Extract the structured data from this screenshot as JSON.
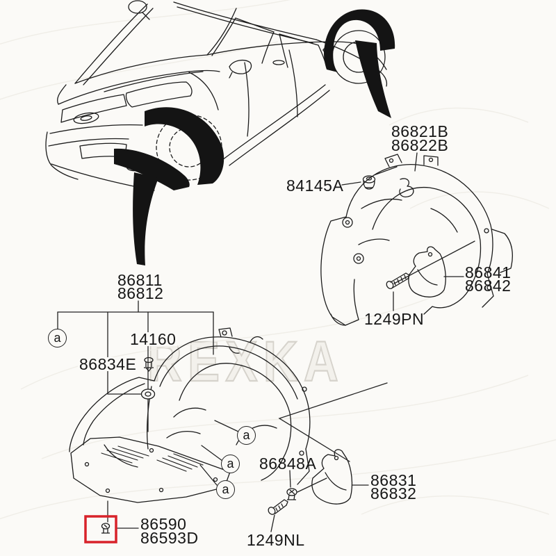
{
  "diagram": {
    "watermark": "REXKA",
    "callout_letter": "a",
    "colors": {
      "line": "#1b1b1b",
      "highlight_box": "#d8222a",
      "watermark": "#d6d3cc"
    },
    "labels": {
      "rear_guard_1": "86821B",
      "rear_guard_2": "86822B",
      "rear_grommet": "84145A",
      "rear_mudguard_1": "86841",
      "rear_mudguard_2": "86842",
      "rear_screw": "1249PN",
      "front_guard_1": "86811",
      "front_guard_2": "86812",
      "front_pin": "14160",
      "front_washer": "86834E",
      "front_clip": "86848A",
      "front_mudguard_1": "86831",
      "front_mudguard_2": "86832",
      "front_screw": "1249NL",
      "bottom_clip_1": "86590",
      "bottom_clip_2": "86593D"
    }
  }
}
